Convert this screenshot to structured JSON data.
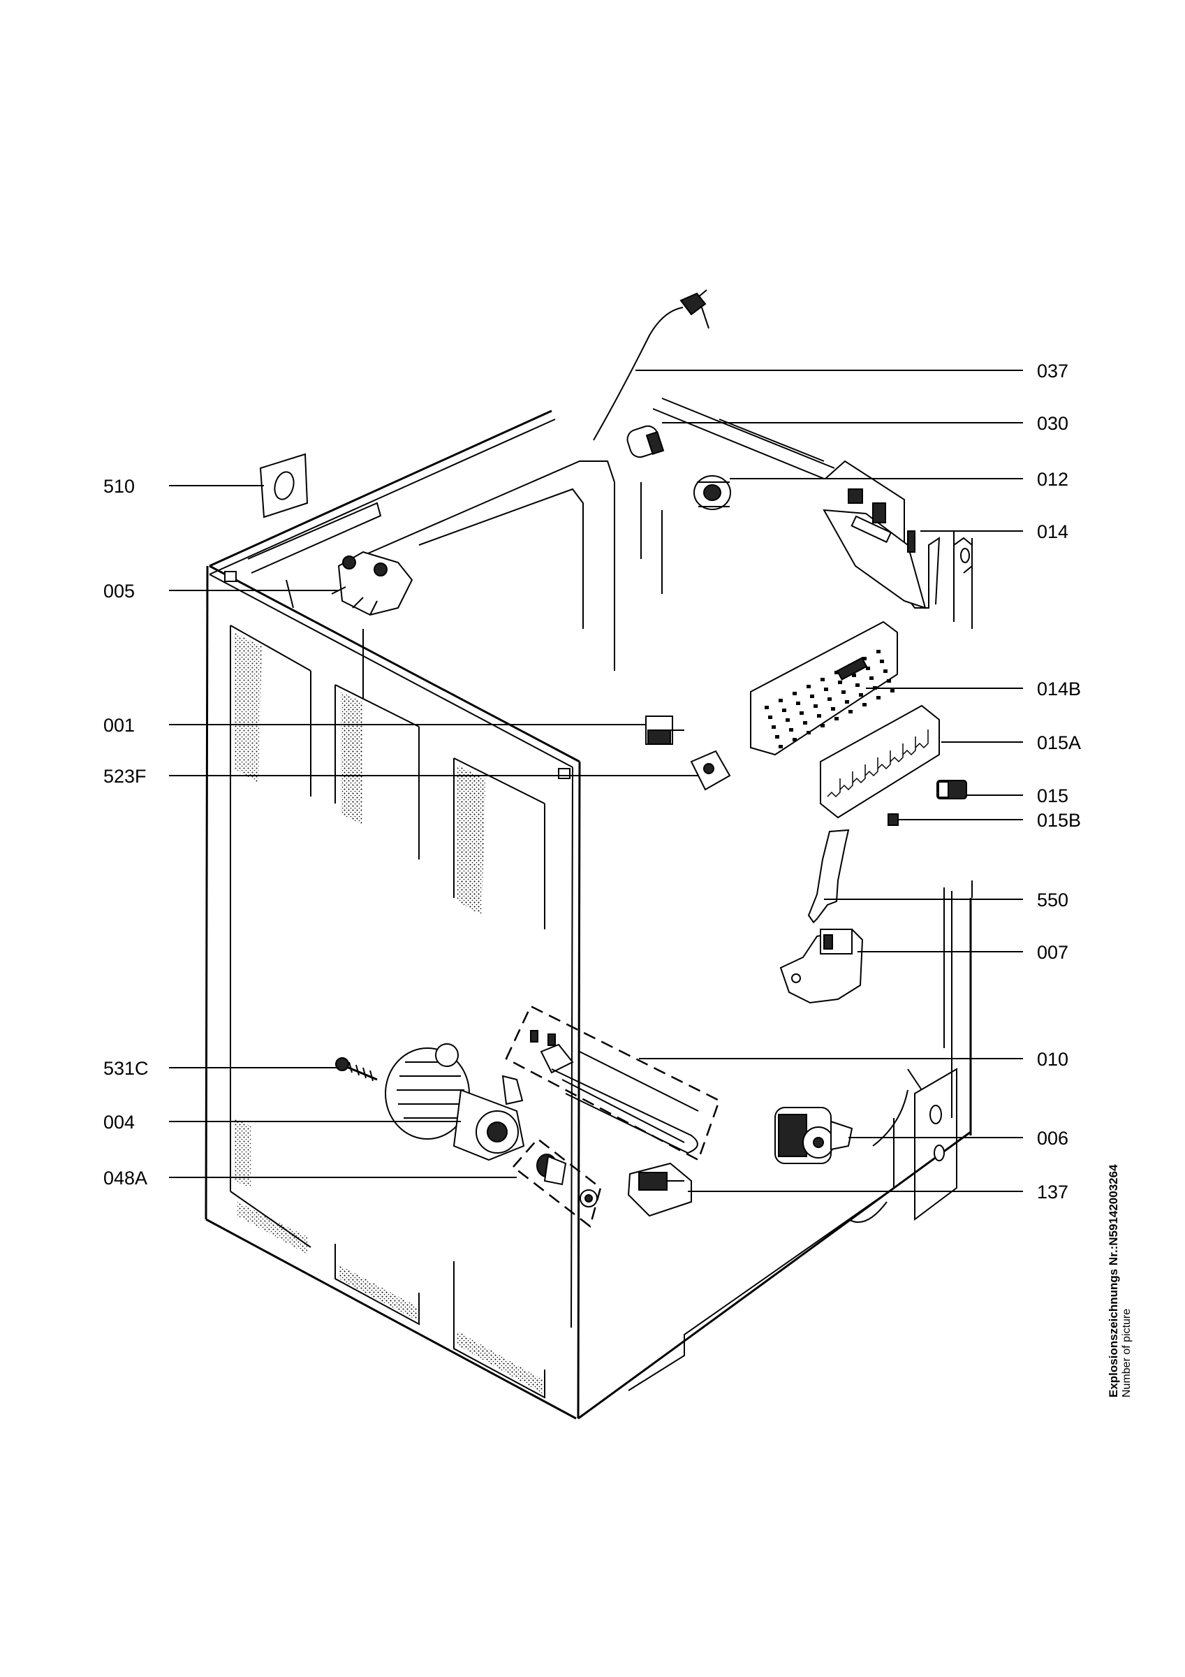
{
  "parts": [
    {
      "id": "037",
      "label": "037",
      "side": "right"
    },
    {
      "id": "030",
      "label": "030",
      "side": "right"
    },
    {
      "id": "012",
      "label": "012",
      "side": "right"
    },
    {
      "id": "014",
      "label": "014",
      "side": "right"
    },
    {
      "id": "014B",
      "label": "014B",
      "side": "right"
    },
    {
      "id": "015A",
      "label": "015A",
      "side": "right"
    },
    {
      "id": "015",
      "label": "015",
      "side": "right"
    },
    {
      "id": "015B",
      "label": "015B",
      "side": "right"
    },
    {
      "id": "550",
      "label": "550",
      "side": "right"
    },
    {
      "id": "007",
      "label": "007",
      "side": "right"
    },
    {
      "id": "010",
      "label": "010",
      "side": "right"
    },
    {
      "id": "006",
      "label": "006",
      "side": "right"
    },
    {
      "id": "137",
      "label": "137",
      "side": "right"
    },
    {
      "id": "510",
      "label": "510",
      "side": "left"
    },
    {
      "id": "005",
      "label": "005",
      "side": "left"
    },
    {
      "id": "001",
      "label": "001",
      "side": "left"
    },
    {
      "id": "523F",
      "label": "523F",
      "side": "left"
    },
    {
      "id": "531C",
      "label": "531C",
      "side": "left"
    },
    {
      "id": "004",
      "label": "004",
      "side": "left"
    },
    {
      "id": "048A",
      "label": "048A",
      "side": "left"
    }
  ],
  "footer": {
    "title": "Explosionszeichnungs Nr.:N5914200326​4",
    "subtitle": "Number of picture"
  }
}
